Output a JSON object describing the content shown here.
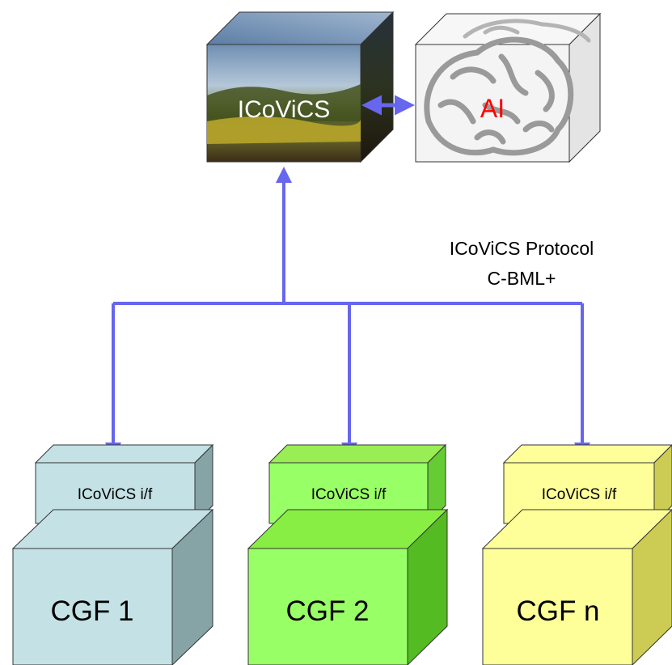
{
  "top": {
    "main_node_label": "ICoViCS",
    "ai_node_label": "AI",
    "ai_label_color": "#ff0000",
    "connector_color": "#6666ee"
  },
  "protocol": {
    "line1": "ICoViCS Protocol",
    "line2": "C-BML+"
  },
  "nodes": [
    {
      "interface_label": "ICoViCS i/f",
      "cgf_label": "CGF 1",
      "color": "#c4e2e6"
    },
    {
      "interface_label": "ICoViCS i/f",
      "cgf_label": "CGF 2",
      "color": "#99ff66"
    },
    {
      "interface_label": "ICoViCS i/f",
      "cgf_label": "CGF n",
      "color": "#ffff99"
    }
  ]
}
